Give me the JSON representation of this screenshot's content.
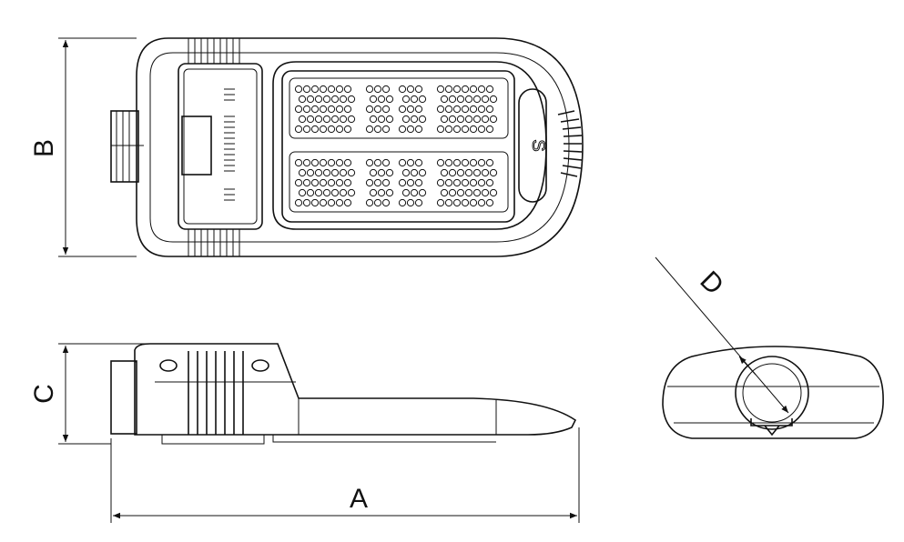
{
  "dimensions": {
    "a": "A",
    "b": "B",
    "c": "C",
    "d": "D"
  },
  "logo_text": "S",
  "led_modules": {
    "count": 2,
    "rows_per_module": 5,
    "groups_per_module": 3
  },
  "colors": {
    "line": "#111111",
    "background": "#ffffff"
  }
}
